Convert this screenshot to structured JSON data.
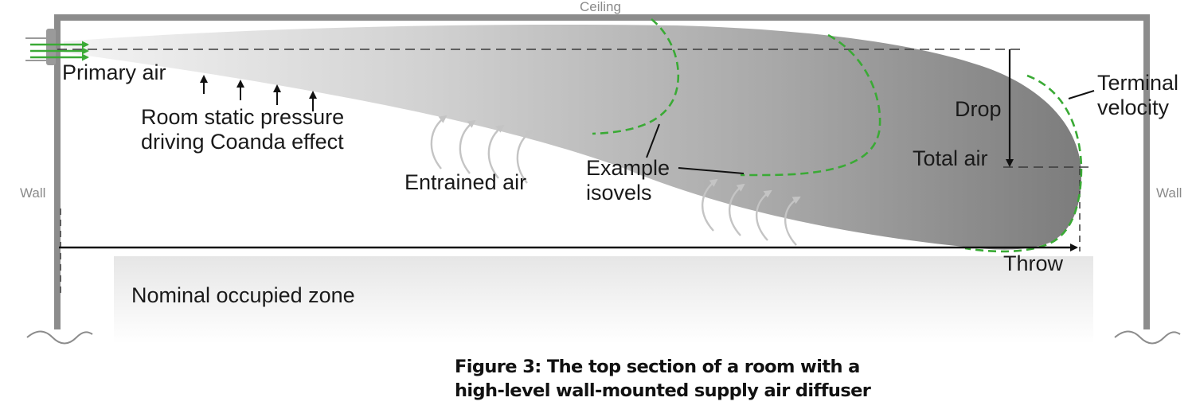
{
  "labels": {
    "ceiling": "Ceiling",
    "wall_left": "Wall",
    "wall_right": "Wall",
    "primary_air": "Primary air",
    "room_static_line1": "Room static pressure",
    "room_static_line2": "driving Coanda effect",
    "entrained_air": "Entrained air",
    "example_line1": "Example",
    "example_line2": "isovels",
    "drop": "Drop",
    "total_air": "Total air",
    "terminal_line1": "Terminal",
    "terminal_line2": "velocity",
    "throw": "Throw",
    "occupied_zone": "Nominal occupied zone"
  },
  "caption": {
    "line1": "Figure 3: The top section of a room with a",
    "line2": "high-level wall-mounted supply air diffuser"
  },
  "colors": {
    "structure": "#8c8c8c",
    "isovel": "#3aaa35",
    "plume_light": "#eeeeee",
    "plume_dark": "#808080",
    "text": "#1a1a1a"
  }
}
